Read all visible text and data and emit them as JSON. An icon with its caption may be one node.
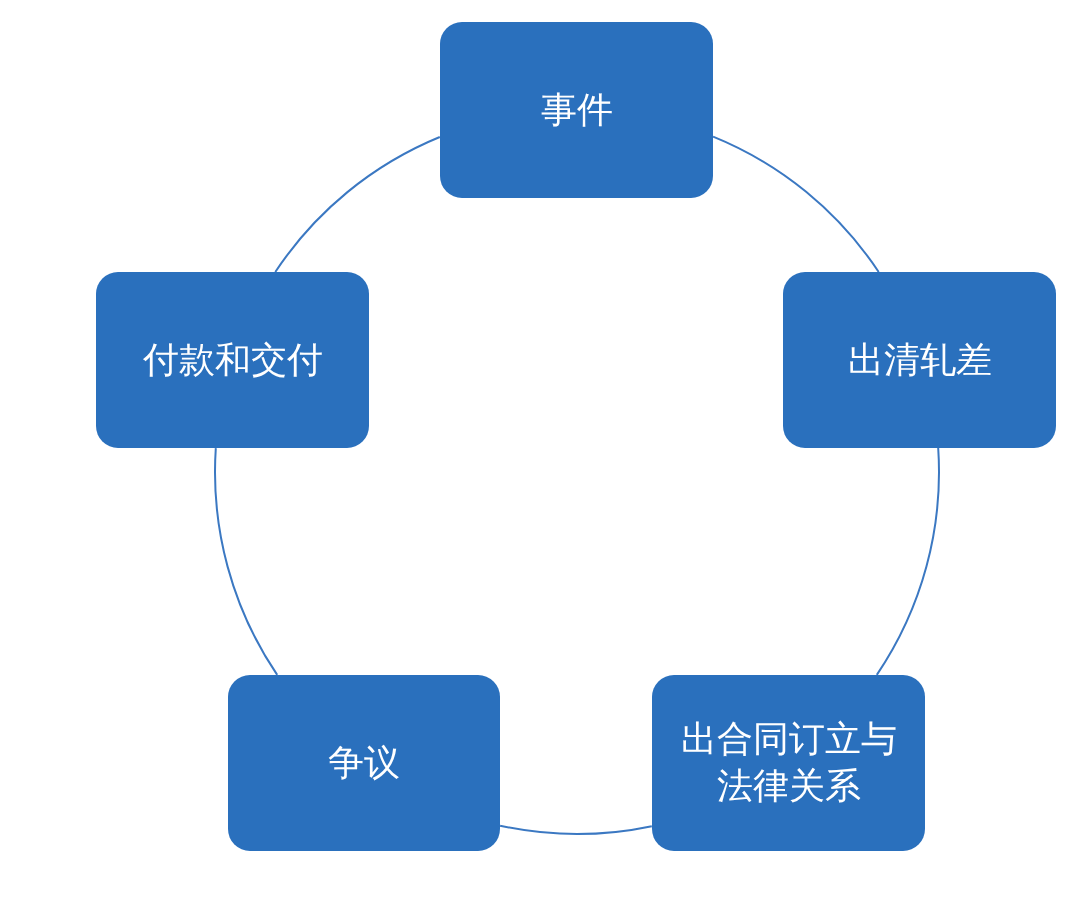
{
  "diagram": {
    "nodes": [
      {
        "text": [
          "事件"
        ]
      },
      {
        "text": [
          "出清轧差"
        ]
      },
      {
        "text": [
          "出合同订立与法律关系"
        ]
      },
      {
        "text": [
          "争议"
        ]
      },
      {
        "text": [
          "付款和交付"
        ]
      }
    ],
    "edges": [
      {
        "from": 0,
        "to": 1,
        "arrow": "none"
      },
      {
        "from": 1,
        "to": 2,
        "arrow": "none"
      },
      {
        "from": 2,
        "to": 3,
        "arrow": "none"
      },
      {
        "from": 3,
        "to": 4,
        "arrow": "none"
      },
      {
        "from": 4,
        "to": 0,
        "arrow": "none"
      }
    ]
  }
}
